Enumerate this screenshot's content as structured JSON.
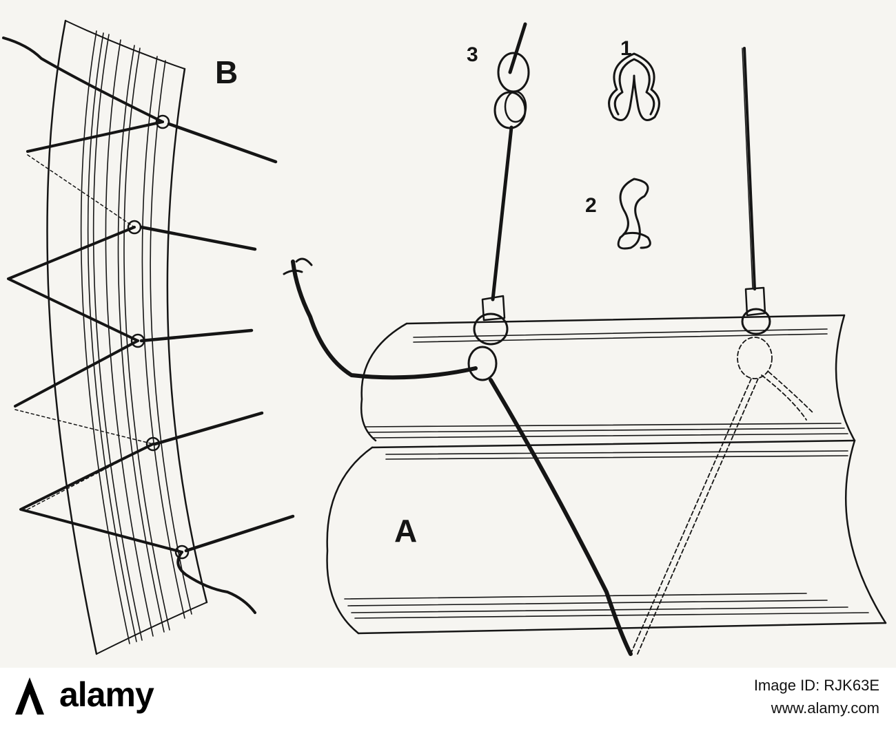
{
  "labels": {
    "fig_b": "B",
    "fig_a": "A",
    "step_1": "1",
    "step_2": "2",
    "step_3": "3"
  },
  "footer": {
    "brand": "alamy",
    "image_id_label": "Image ID: RJK63E",
    "url": "www.alamy.com"
  },
  "colors": {
    "ink": "#151515",
    "paper": "#f6f5f1",
    "footer_bg": "#ffffff"
  },
  "icons": {
    "brand_mark": "alamy-a-logo-icon"
  }
}
